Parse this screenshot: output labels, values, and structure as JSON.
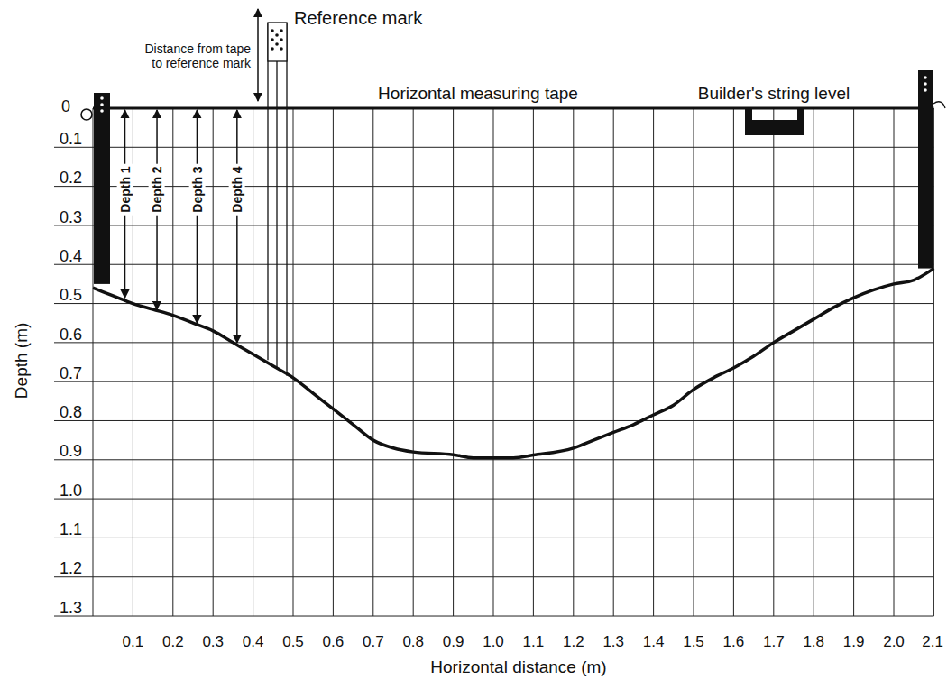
{
  "diagram": {
    "labels": [
      "Reference mark",
      "Distance from tape to reference mark",
      "Horizontal measuring tape",
      "Builder's string level",
      "Depth 1",
      "Depth 2",
      "Depth 3",
      "Depth 4",
      "0",
      "0.1",
      "0.2",
      "0.3",
      "0.4",
      "0.5",
      "0.6",
      "0.7",
      "0.8",
      "0.9",
      "1.0",
      "1.1",
      "1.2",
      "1.3",
      "0.1",
      "0.2",
      "0.3",
      "0.4",
      "0.5",
      "0.6",
      "0.7",
      "0.8",
      "0.9",
      "1.0",
      "1.1",
      "1.2",
      "1.3",
      "1.4",
      "1.5",
      "1.6",
      "1.7",
      "1.8",
      "1.9",
      "2.0",
      "2.1",
      "Depth (m)",
      "Horizontal distance (m)"
    ]
  }
}
